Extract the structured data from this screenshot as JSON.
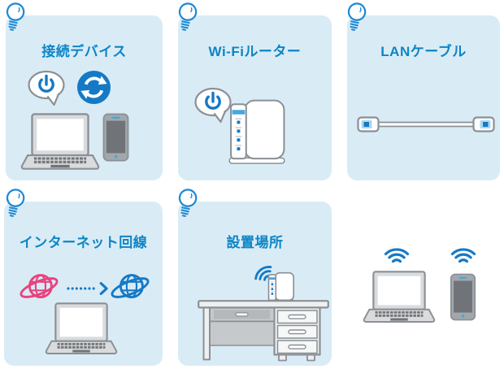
{
  "colors": {
    "canvas_bg": "#ffffff",
    "card_bg": "#d9ecf6",
    "title_text": "#0d85c6",
    "icon_blue": "#1579c6",
    "bulb_blue": "#1e8ad6",
    "stripe_blue": "#45a8dd",
    "pale_blue": "#a9d8ee",
    "accent_pink": "#e8437f",
    "outline_gray": "#8a9096",
    "device_light": "#d9dbdc",
    "device_dark": "#707478",
    "phone_gray": "#a2a7ab",
    "desk_light": "#eef0f0",
    "desk_lighter": "#f6f7f7",
    "desk_mid": "#c6c9cb",
    "desk_dark": "#b4b8ba"
  },
  "grid": {
    "cards": [
      {
        "id": "connected-devices",
        "title": "接続デバイス",
        "hint_icon": "lightbulb-icon",
        "icons": [
          "power-speech-bubble-icon",
          "restart-icon",
          "laptop-icon",
          "smartphone-icon"
        ]
      },
      {
        "id": "wifi-router",
        "title": "Wi-Fiルーター",
        "hint_icon": "lightbulb-icon",
        "icons": [
          "power-speech-bubble-icon",
          "wifi-router-icon"
        ]
      },
      {
        "id": "lan-cable",
        "title": "LANケーブル",
        "hint_icon": "lightbulb-icon",
        "icons": [
          "lan-cable-icon"
        ]
      },
      {
        "id": "internet-line",
        "title": "インターネット回線",
        "hint_icon": "lightbulb-icon",
        "icons": [
          "globe-orbit-pink-icon",
          "dotted-arrow-icon",
          "globe-orbit-blue-icon",
          "laptop-icon"
        ]
      },
      {
        "id": "placement",
        "title": "設置場所",
        "hint_icon": "lightbulb-icon",
        "icons": [
          "wifi-waves-icon",
          "wifi-router-icon",
          "desk-icon"
        ]
      },
      {
        "id": "wireless-devices",
        "title": "",
        "icons": [
          "wifi-waves-icon",
          "laptop-icon",
          "wifi-waves-icon",
          "smartphone-icon"
        ]
      }
    ]
  }
}
